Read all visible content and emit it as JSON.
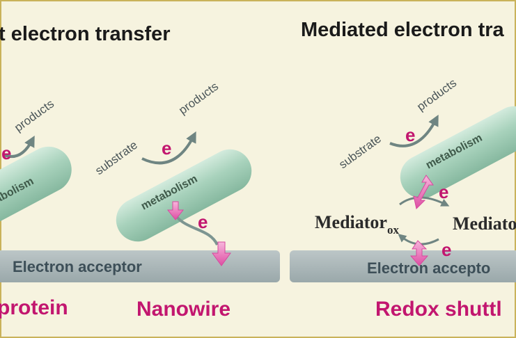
{
  "headings": {
    "left": "t electron transfer",
    "right": "Mediated electron tra"
  },
  "labels": {
    "products": "products",
    "substrate": "substrate",
    "metabolism": "metabolism",
    "metabolism_partial": "abolism",
    "electron": "e",
    "electron_acceptor": "Electron acceptor",
    "electron_acceptor_partial": "Electron accepto",
    "mediator": "Mediator",
    "mediator_ox_sub": "ox",
    "mediator_partial": "Mediato"
  },
  "captions": {
    "protein": "protein",
    "nanowire": "Nanowire",
    "redox_shuttle": "Redox shuttl"
  },
  "colors": {
    "background": "#f6f3df",
    "border": "#c9b25a",
    "bacterium": "#a9d2bd",
    "acceptor_plate": "#a9b5b6",
    "arrow_gray": "#6f8582",
    "electron_pink": "#c2166f",
    "arrow_pink": "#e66fb7"
  }
}
